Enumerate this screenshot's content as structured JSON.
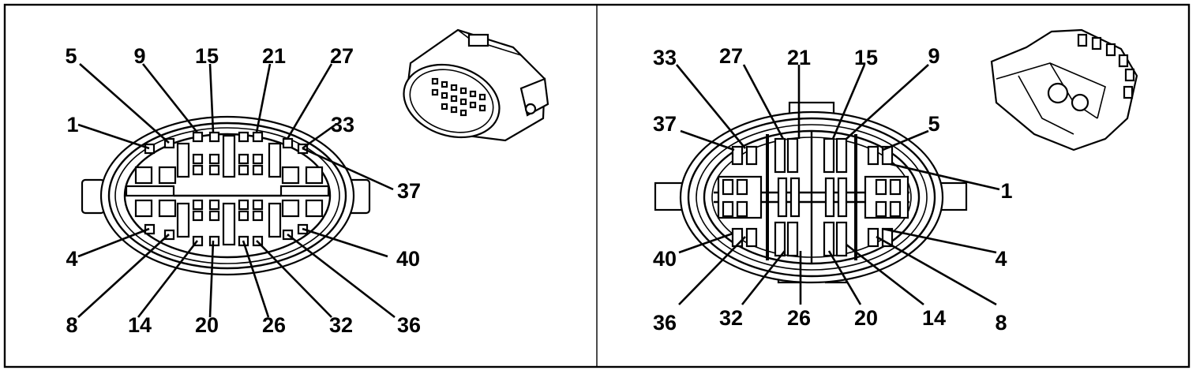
{
  "left_view": {
    "callouts": [
      {
        "text": "5"
      },
      {
        "text": "9"
      },
      {
        "text": "15"
      },
      {
        "text": "21"
      },
      {
        "text": "27"
      },
      {
        "text": "1"
      },
      {
        "text": "33"
      },
      {
        "text": "37"
      },
      {
        "text": "4"
      },
      {
        "text": "40"
      },
      {
        "text": "8"
      },
      {
        "text": "14"
      },
      {
        "text": "20"
      },
      {
        "text": "26"
      },
      {
        "text": "32"
      },
      {
        "text": "36"
      }
    ]
  },
  "right_view": {
    "callouts": [
      {
        "text": "33"
      },
      {
        "text": "27"
      },
      {
        "text": "21"
      },
      {
        "text": "15"
      },
      {
        "text": "9"
      },
      {
        "text": "37"
      },
      {
        "text": "5"
      },
      {
        "text": "1"
      },
      {
        "text": "40"
      },
      {
        "text": "4"
      },
      {
        "text": "36"
      },
      {
        "text": "32"
      },
      {
        "text": "26"
      },
      {
        "text": "20"
      },
      {
        "text": "14"
      },
      {
        "text": "8"
      }
    ]
  },
  "style": {
    "line_color": "#000000",
    "background": "#ffffff"
  }
}
